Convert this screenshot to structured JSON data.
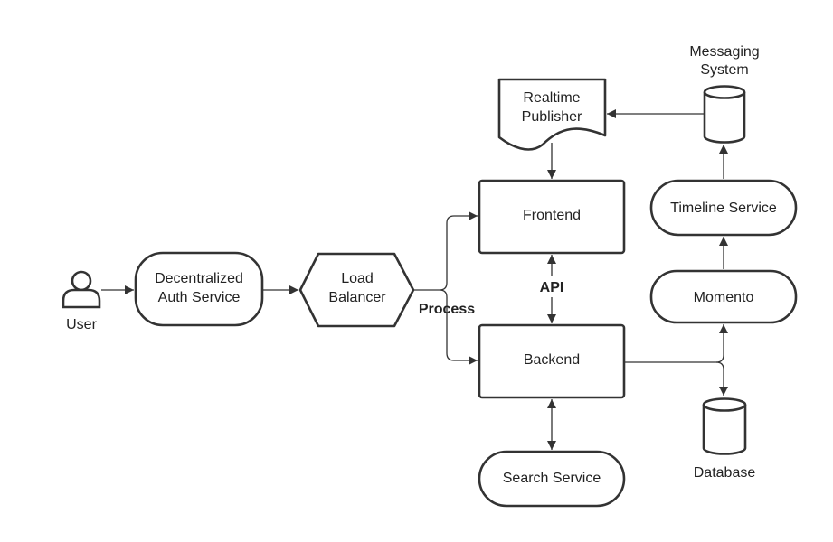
{
  "diagram": {
    "user": "User",
    "auth": {
      "line1": "Decentralized",
      "line2": "Auth Service"
    },
    "lb": {
      "line1": "Load",
      "line2": "Balancer"
    },
    "process": "Process",
    "publisher": {
      "line1": "Realtime",
      "line2": "Publisher"
    },
    "frontend": "Frontend",
    "api": "API",
    "backend": "Backend",
    "search": "Search Service",
    "messaging": {
      "line1": "Messaging",
      "line2": "System"
    },
    "timeline": "Timeline Service",
    "momento": "Momento",
    "database": "Database"
  },
  "colors": {
    "stroke": "#333333",
    "text": "#222222",
    "background": "#ffffff"
  }
}
